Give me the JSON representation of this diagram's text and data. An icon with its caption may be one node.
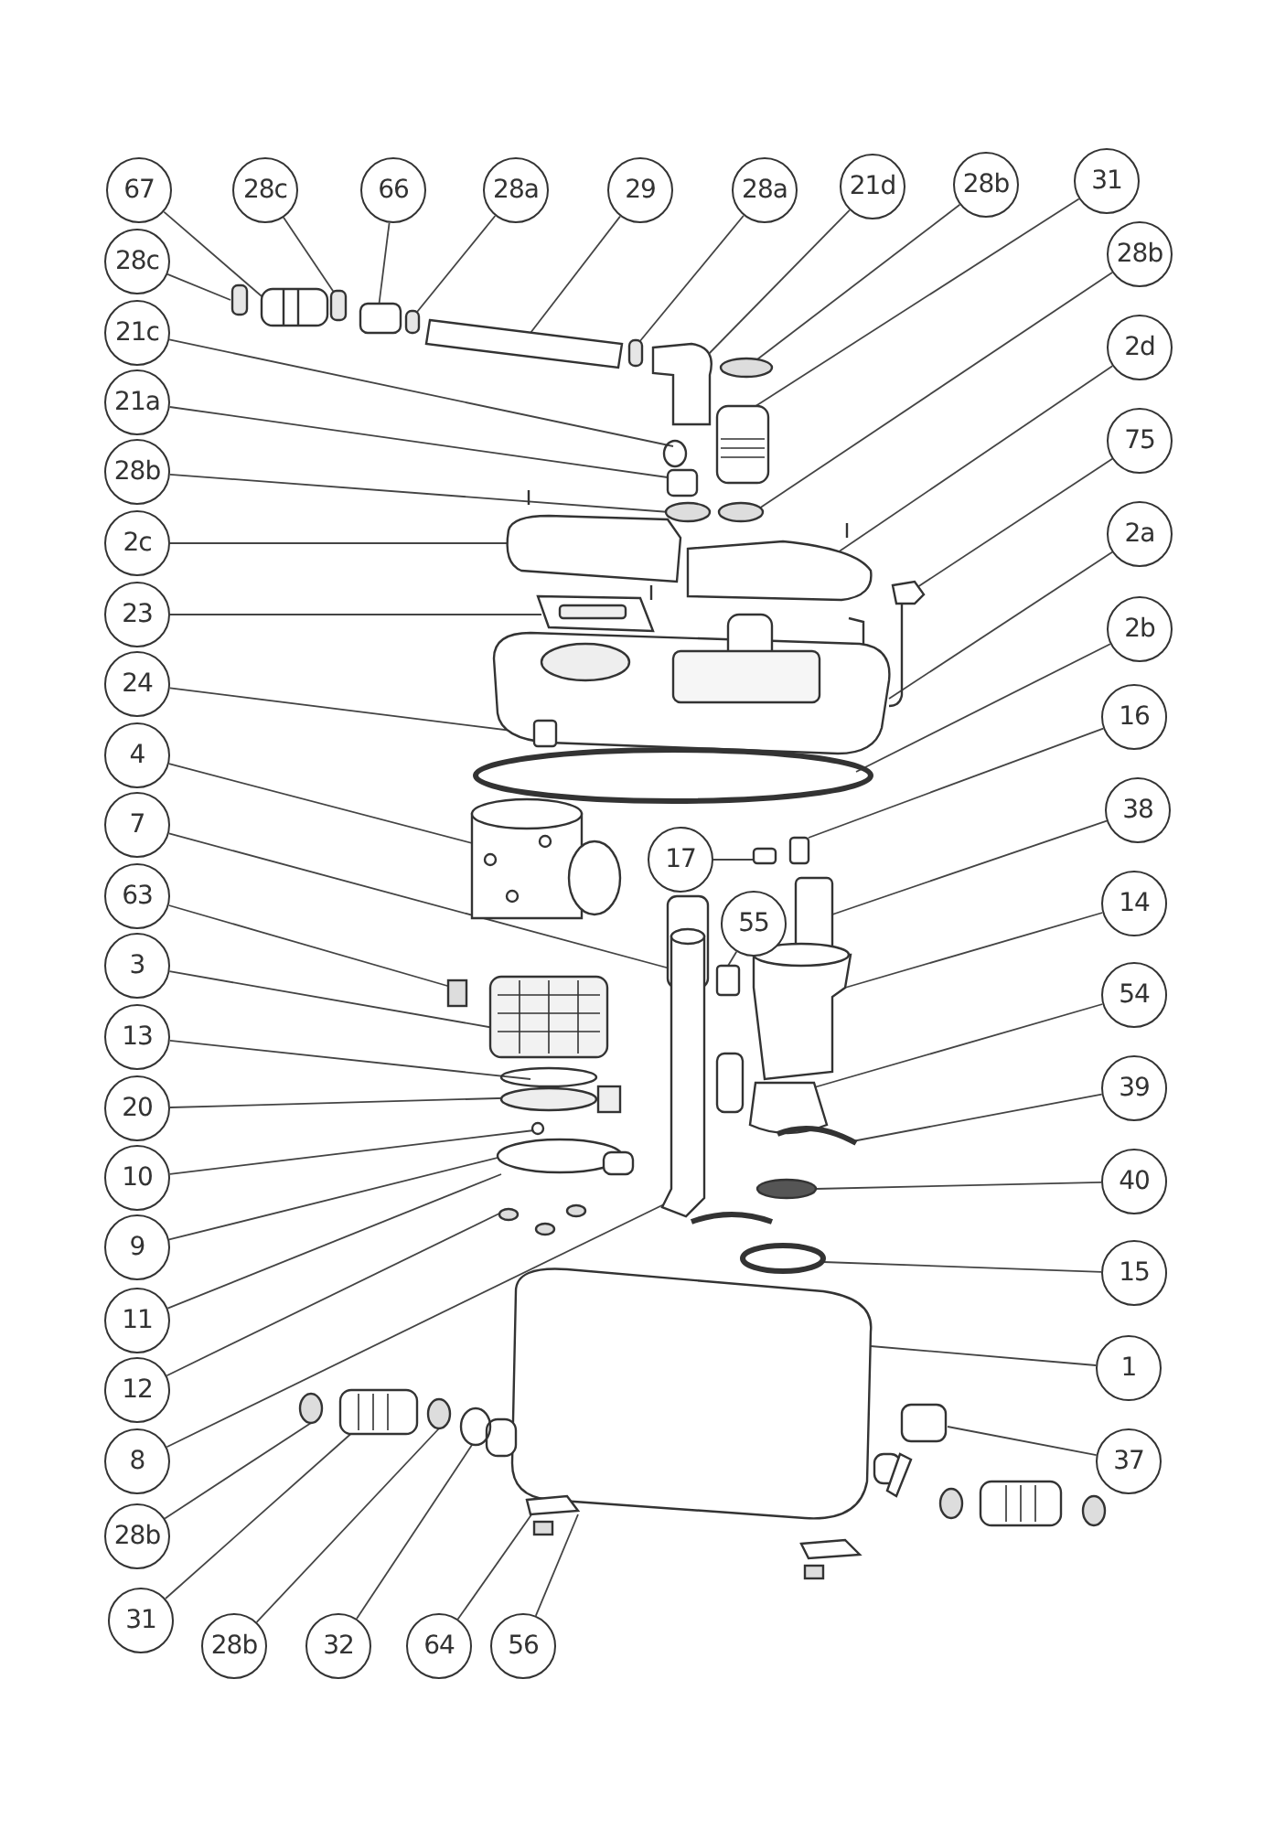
{
  "diagram": {
    "nodes": [
      {
        "text": [
          "67"
        ]
      },
      {
        "text": [
          "28c"
        ]
      },
      {
        "text": [
          "66"
        ]
      },
      {
        "text": [
          "28a"
        ]
      },
      {
        "text": [
          "29"
        ]
      },
      {
        "text": [
          "28a"
        ]
      },
      {
        "text": [
          "21d"
        ]
      },
      {
        "text": [
          "28b"
        ]
      },
      {
        "text": [
          "31"
        ]
      },
      {
        "text": [
          "28c"
        ]
      },
      {
        "text": [
          "21c"
        ]
      },
      {
        "text": [
          "21a"
        ]
      },
      {
        "text": [
          "28b"
        ]
      },
      {
        "text": [
          "2c"
        ]
      },
      {
        "text": [
          "23"
        ]
      },
      {
        "text": [
          "24"
        ]
      },
      {
        "text": [
          "4"
        ]
      },
      {
        "text": [
          "7"
        ]
      },
      {
        "text": [
          "63"
        ]
      },
      {
        "text": [
          "3"
        ]
      },
      {
        "text": [
          "13"
        ]
      },
      {
        "text": [
          "20"
        ]
      },
      {
        "text": [
          "10"
        ]
      },
      {
        "text": [
          "9"
        ]
      },
      {
        "text": [
          "11"
        ]
      },
      {
        "text": [
          "12"
        ]
      },
      {
        "text": [
          "8"
        ]
      },
      {
        "text": [
          "28b"
        ]
      },
      {
        "text": [
          "31"
        ]
      },
      {
        "text": [
          "17"
        ]
      },
      {
        "text": [
          "55"
        ]
      },
      {
        "text": [
          "28b"
        ]
      },
      {
        "text": [
          "2d"
        ]
      },
      {
        "text": [
          "75"
        ]
      },
      {
        "text": [
          "2a"
        ]
      },
      {
        "text": [
          "2b"
        ]
      },
      {
        "text": [
          "16"
        ]
      },
      {
        "text": [
          "38"
        ]
      },
      {
        "text": [
          "14"
        ]
      },
      {
        "text": [
          "54"
        ]
      },
      {
        "text": [
          "39"
        ]
      },
      {
        "text": [
          "40"
        ]
      },
      {
        "text": [
          "15"
        ]
      },
      {
        "text": [
          "1"
        ]
      },
      {
        "text": [
          "37"
        ]
      },
      {
        "text": [
          "28b"
        ]
      },
      {
        "text": [
          "32"
        ]
      },
      {
        "text": [
          "64"
        ]
      },
      {
        "text": [
          "56"
        ]
      }
    ],
    "edges": [
      {
        "from": 0,
        "to": null,
        "arrow": "none"
      },
      {
        "from": 1,
        "to": null,
        "arrow": "none"
      },
      {
        "from": 2,
        "to": null,
        "arrow": "none"
      },
      {
        "from": 3,
        "to": null,
        "arrow": "none"
      },
      {
        "from": 4,
        "to": null,
        "arrow": "none"
      },
      {
        "from": 5,
        "to": null,
        "arrow": "none"
      },
      {
        "from": 6,
        "to": null,
        "arrow": "none"
      },
      {
        "from": 7,
        "to": null,
        "arrow": "none"
      },
      {
        "from": 8,
        "to": null,
        "arrow": "none"
      },
      {
        "from": 9,
        "to": null,
        "arrow": "none"
      },
      {
        "from": 10,
        "to": null,
        "arrow": "none"
      },
      {
        "from": 11,
        "to": null,
        "arrow": "none"
      },
      {
        "from": 12,
        "to": null,
        "arrow": "none"
      },
      {
        "from": 13,
        "to": null,
        "arrow": "none"
      },
      {
        "from": 14,
        "to": null,
        "arrow": "none"
      },
      {
        "from": 15,
        "to": null,
        "arrow": "none"
      },
      {
        "from": 16,
        "to": null,
        "arrow": "none"
      },
      {
        "from": 17,
        "to": null,
        "arrow": "none"
      },
      {
        "from": 18,
        "to": null,
        "arrow": "none"
      },
      {
        "from": 19,
        "to": null,
        "arrow": "none"
      },
      {
        "from": 20,
        "to": null,
        "arrow": "none"
      },
      {
        "from": 21,
        "to": null,
        "arrow": "none"
      },
      {
        "from": 22,
        "to": null,
        "arrow": "none"
      },
      {
        "from": 23,
        "to": null,
        "arrow": "none"
      },
      {
        "from": 24,
        "to": null,
        "arrow": "none"
      },
      {
        "from": 25,
        "to": null,
        "arrow": "none"
      },
      {
        "from": 26,
        "to": null,
        "arrow": "none"
      },
      {
        "from": 27,
        "to": null,
        "arrow": "none"
      },
      {
        "from": 28,
        "to": null,
        "arrow": "none"
      },
      {
        "from": 29,
        "to": null,
        "arrow": "none"
      },
      {
        "from": 30,
        "to": null,
        "arrow": "none"
      },
      {
        "from": 31,
        "to": null,
        "arrow": "none"
      },
      {
        "from": 32,
        "to": null,
        "arrow": "none"
      },
      {
        "from": 33,
        "to": null,
        "arrow": "none"
      },
      {
        "from": 34,
        "to": null,
        "arrow": "none"
      },
      {
        "from": 35,
        "to": null,
        "arrow": "none"
      },
      {
        "from": 36,
        "to": null,
        "arrow": "none"
      },
      {
        "from": 37,
        "to": null,
        "arrow": "none"
      },
      {
        "from": 38,
        "to": null,
        "arrow": "none"
      },
      {
        "from": 39,
        "to": null,
        "arrow": "none"
      },
      {
        "from": 40,
        "to": null,
        "arrow": "none"
      },
      {
        "from": 41,
        "to": null,
        "arrow": "none"
      },
      {
        "from": 42,
        "to": null,
        "arrow": "none"
      },
      {
        "from": 43,
        "to": null,
        "arrow": "none"
      },
      {
        "from": 44,
        "to": null,
        "arrow": "none"
      },
      {
        "from": 45,
        "to": null,
        "arrow": "none"
      },
      {
        "from": 46,
        "to": null,
        "arrow": "none"
      },
      {
        "from": 47,
        "to": null,
        "arrow": "none"
      },
      {
        "from": 48,
        "to": null,
        "arrow": "none"
      }
    ]
  }
}
